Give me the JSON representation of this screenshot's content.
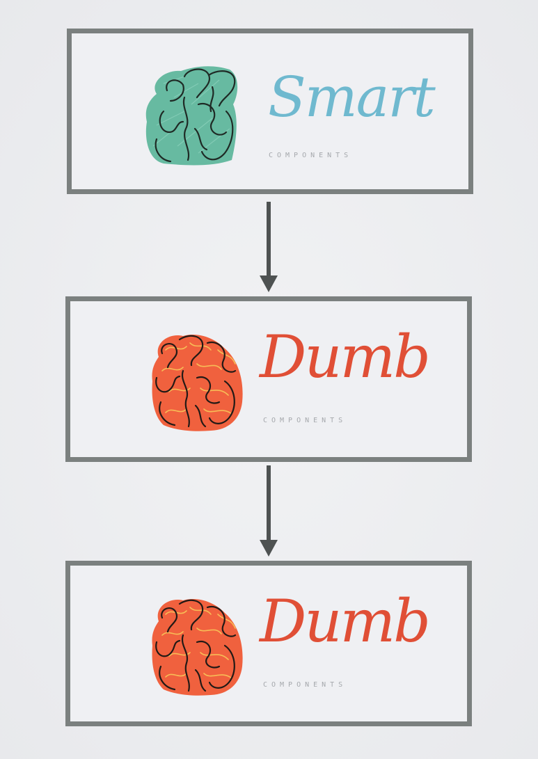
{
  "nodes": [
    {
      "title": "Smart",
      "subtitle": "COMPONENTS",
      "icon": "brain-icon",
      "color": "#5fb69c"
    },
    {
      "title": "Dumb",
      "subtitle": "COMPONENTS",
      "icon": "brain-icon",
      "color": "#ef5b36"
    },
    {
      "title": "Dumb",
      "subtitle": "COMPONENTS",
      "icon": "brain-icon",
      "color": "#ef5b36"
    }
  ],
  "edges": [
    {
      "from": 0,
      "to": 1
    },
    {
      "from": 1,
      "to": 2
    }
  ]
}
